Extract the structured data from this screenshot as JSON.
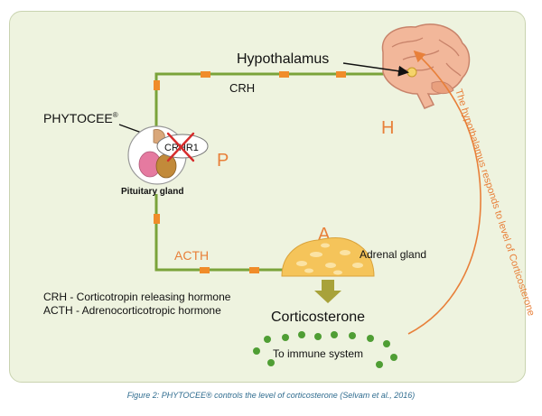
{
  "diagram": {
    "labels": {
      "hypothalamus": "Hypothalamus",
      "crh": "CRH",
      "phytocee": "PHYTOCEE",
      "phytocee_mark": "®",
      "crhr1": "CRHR1",
      "pituitary": "Pituitary gland",
      "h": "H",
      "p": "P",
      "a": "A",
      "acth": "ACTH",
      "adrenal": "Adrenal gland",
      "corticosterone": "Corticosterone",
      "immune": "To immune system",
      "feedback": "The hypothalamus responds to level of Corticosterone"
    },
    "legend": [
      {
        "abbr": "CRH",
        "desc": " - Corticotropin releasing hormone"
      },
      {
        "abbr": "ACTH",
        "desc": " - Adrenocorticotropic hormone"
      }
    ],
    "colors": {
      "pathway": "#7aa33a",
      "marker": "#f08c2a",
      "letter": "#e8803a",
      "feedback": "#e8803a",
      "dots": "#4f9e34",
      "adrenal": "#f5c45a",
      "arrow": "#a8a23a"
    }
  },
  "caption": "Figure 2: PHYTOCEE® controls the level of corticosterone (Selvam et al., 2016)"
}
